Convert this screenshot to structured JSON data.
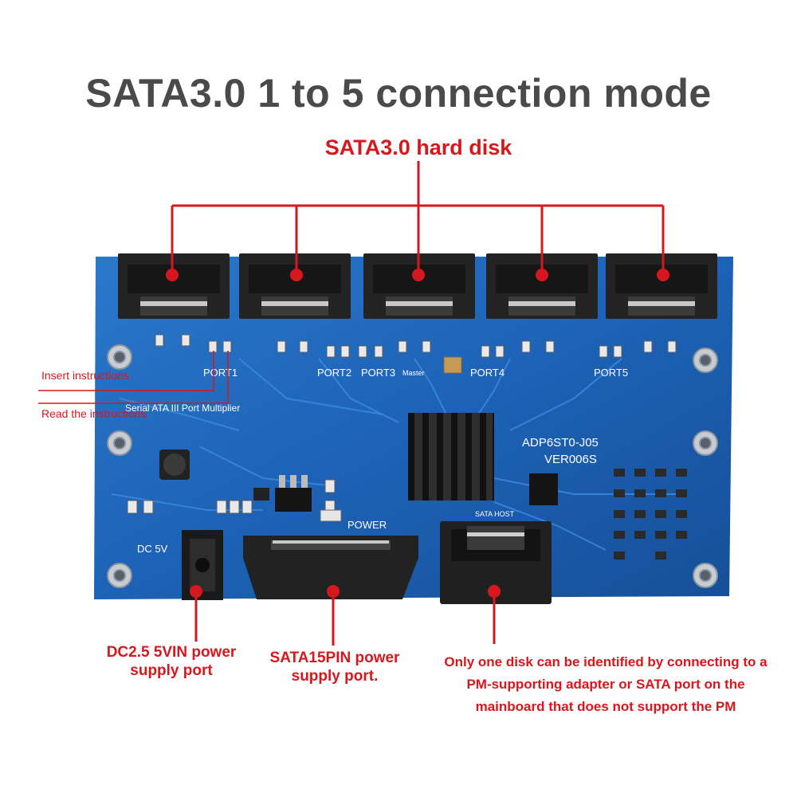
{
  "diagram": {
    "title": "SATA3.0 1 to 5 connection mode",
    "hard_disk_label": "SATA3.0 hard disk",
    "annotations": {
      "insert": "Insert instructions",
      "read": "Read the instructions"
    },
    "captions": {
      "dc_port": "DC2.5 5VIN power supply port",
      "sata_power": "SATA15PIN power supply port.",
      "host_note": "Only one disk can be identified by connecting to a PM-supporting adapter or SATA port on the mainboard that does not support the PM"
    },
    "board_text": {
      "port1": "PORT1",
      "port2": "PORT2",
      "port3": "PORT3",
      "port4": "PORT4",
      "port5": "PORT5",
      "master": "Master",
      "multiplier": "Serial ATA III Port Multiplier",
      "model": "ADP6ST0-J05",
      "version": "VER006S",
      "power": "POWER",
      "dc5v": "DC 5V",
      "sata_host": "SATA HOST"
    },
    "colors": {
      "accent": "#d6181e",
      "board": "#1a5fb4",
      "title": "#4a4a4a"
    }
  }
}
